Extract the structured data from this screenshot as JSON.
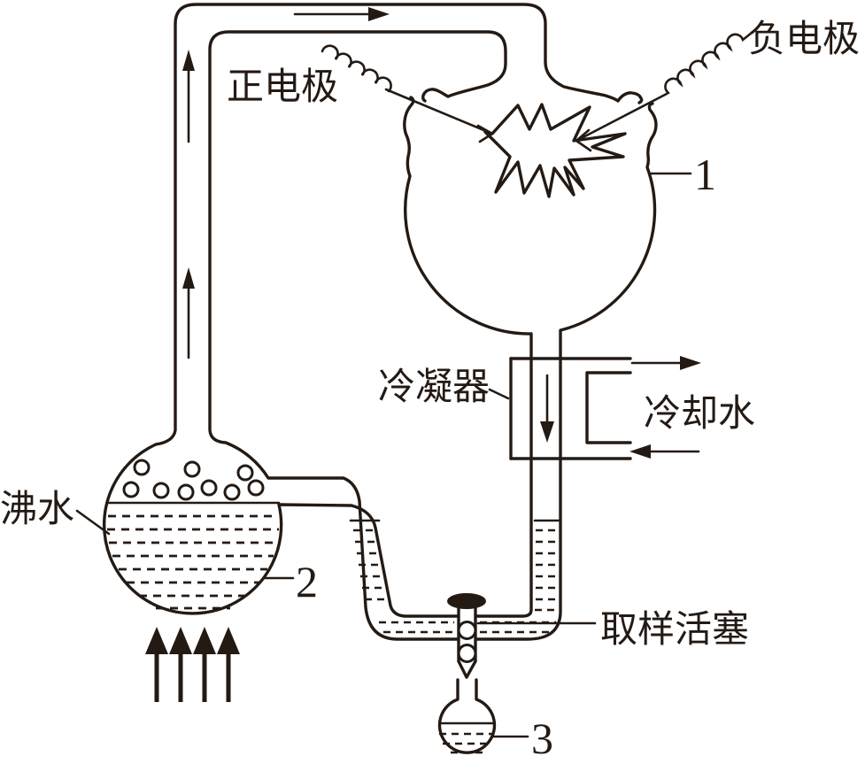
{
  "diagram": {
    "type": "apparatus-schematic",
    "subject": "Miller-Urey style spark-discharge experiment apparatus",
    "ink_color": "#241a14",
    "background_color": "#ffffff",
    "labels": {
      "positive_electrode": "正电极",
      "negative_electrode": "负电极",
      "condenser": "冷凝器",
      "cooling_water": "冷却水",
      "boiling_water": "沸水",
      "sampling_stopcock": "取样活塞",
      "flask1_number": "1",
      "flask2_number": "2",
      "flask3_number": "3"
    },
    "icons": [
      "spark-burst-icon",
      "coil-wire-icon",
      "flow-arrow-up-icon",
      "flow-arrow-right-icon",
      "flow-arrow-down-icon",
      "cooling-water-out-arrow-icon",
      "cooling-water-in-arrow-icon",
      "heat-arrow-icon",
      "bubble-icon",
      "stopcock-handle-icon"
    ],
    "flow_direction": "gas rises up left tube, across top into spark flask 1, down through condenser into U-trap, back to boiling flask 2; liquid sampled through stopcock into flask 3"
  }
}
